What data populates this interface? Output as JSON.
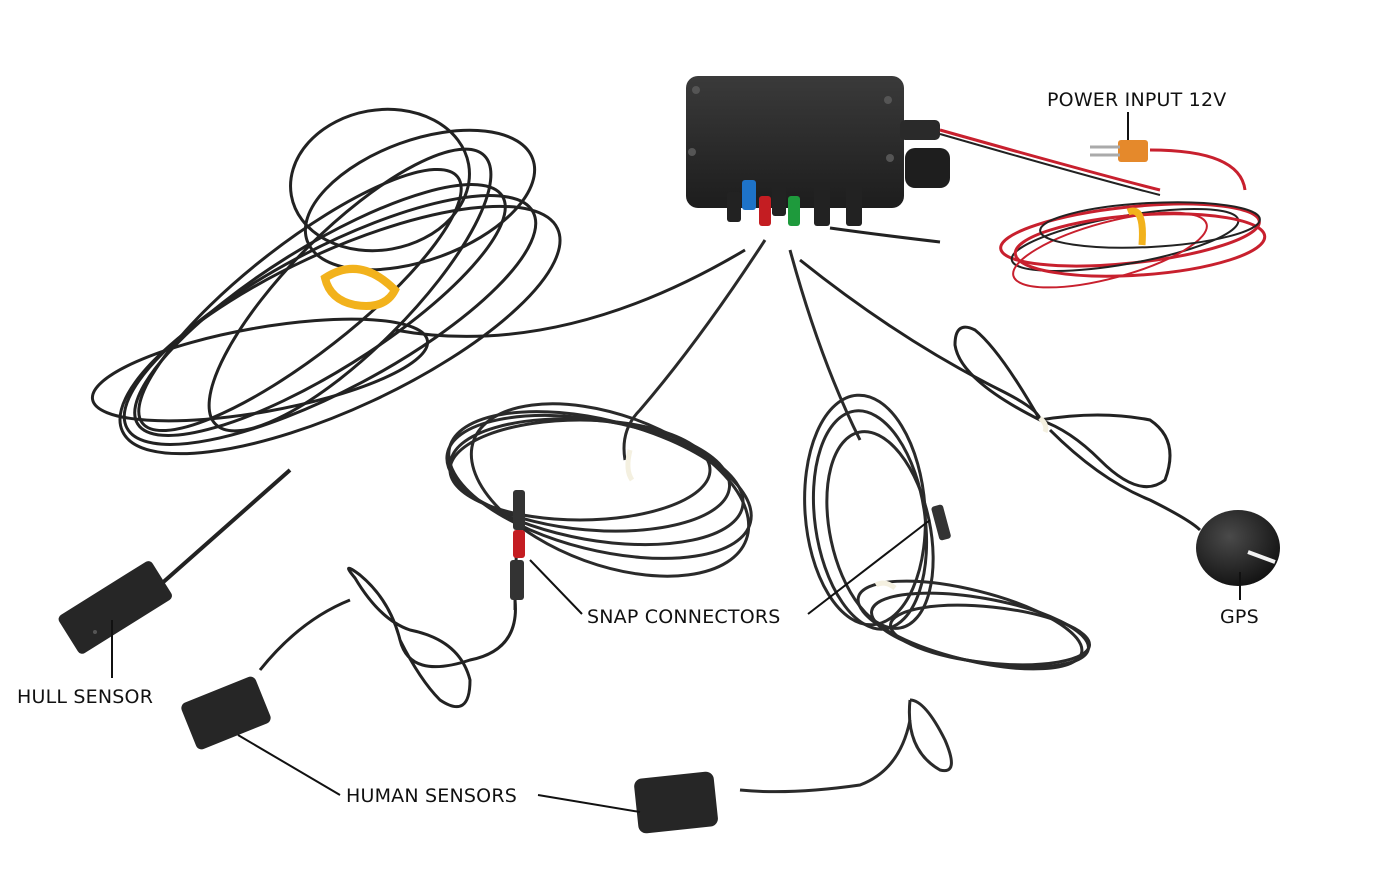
{
  "labels": {
    "power_input": "POWER INPUT 12V",
    "snap_connectors": "SNAP CONNECTORS",
    "gps": "GPS",
    "hull_sensor": "HULL SENSOR",
    "human_sensors": "HUMAN SENSORS"
  },
  "colors": {
    "background": "#ffffff",
    "cable": "#1f1f1f",
    "housing": "#2b2b2b",
    "power_red": "#c8202e",
    "tie_yellow": "#f2b21c",
    "connector_orange": "#e5892b",
    "cap_blue": "#1e73c8",
    "cap_red": "#c41d22",
    "cap_green": "#1e9a3c"
  }
}
